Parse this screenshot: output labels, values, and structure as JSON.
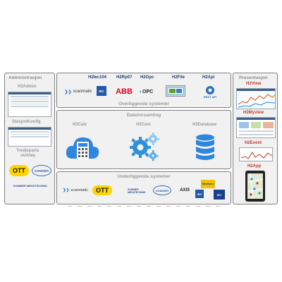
{
  "administrasjon": {
    "title": "Administrasjon",
    "h2admin": "H2Admin",
    "stasjonkonfig": "StasjonKonfig",
    "tredjeparts": "Tredjeparts",
    "verktoy": "verktøy",
    "logos": [
      "OTT",
      "SOMMER",
      "SOMMER MESSTECHNIK"
    ]
  },
  "overliggende": {
    "labels": [
      "H2Iec104",
      "H2Rp07",
      "H2Opc",
      "H2File",
      "H2Api"
    ],
    "title": "Overliggende systemer",
    "logos": [
      "scanmatic",
      "IEC",
      "ABB",
      "OPC",
      "REST API"
    ]
  },
  "datainnsamling": {
    "title": "Datainnsamling",
    "h2calc": "H2Calc",
    "h2com": "H2Com",
    "h2database": "H2Database"
  },
  "underliggende": {
    "title": "Underliggende systemer",
    "logos": [
      "scanmatic",
      "OTT",
      "SOMMER MESSTECHNIK",
      "SOMMER",
      "AXIS",
      "IEC",
      "NSoftware",
      "IEC"
    ]
  },
  "presentasjon": {
    "title": "Presentasjon",
    "h2view": "H2View",
    "h2myview": "H2Myview",
    "h2event": "H2Event",
    "h2app": "H2App"
  },
  "colors": {
    "label_blue": "#1f3e7a",
    "label_red": "#c0392b",
    "panel_bg": "#f1f1f1",
    "border": "#7f7f7f"
  }
}
